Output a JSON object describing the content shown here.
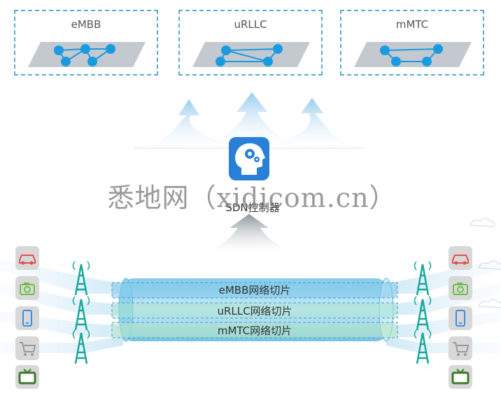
{
  "top_slices": [
    {
      "label": "eMBB"
    },
    {
      "label": "uRLLC"
    },
    {
      "label": "mMTC"
    }
  ],
  "controller_label": "SDN控制器",
  "watermark": "悉地网（xidicom.cn）",
  "pipe_slices": [
    {
      "label": "eMBB网络切片"
    },
    {
      "label": "uRLLC网络切片"
    },
    {
      "label": "mMTC网络切片"
    }
  ],
  "devices": [
    "car-icon",
    "camera-icon",
    "phone-icon",
    "cart-icon",
    "tv-icon"
  ],
  "colors": {
    "slice_border": "#5fa9cf",
    "node": "#1a9be0",
    "pipe": "#8fd3ee",
    "tower": "#1aa89a",
    "controller": "#2a7fd6"
  }
}
